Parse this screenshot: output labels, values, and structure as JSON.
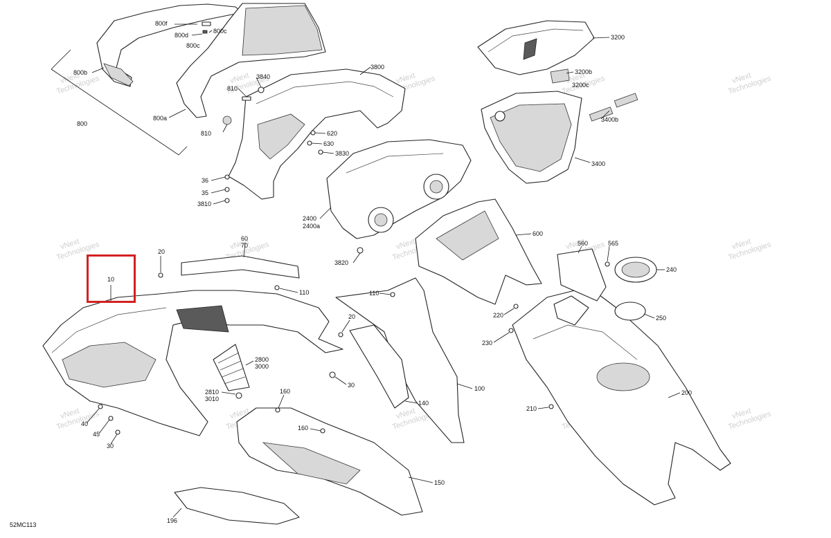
{
  "diagram": {
    "code": "52MC113",
    "highlight": {
      "part": "10",
      "color": "#d42020"
    },
    "watermark": {
      "line1": "vNext",
      "line2": "Technologies"
    },
    "labels": {
      "p800f": "800f",
      "p800d": "800d",
      "p800c_a": "800c",
      "p800c_b": "800c",
      "p800b": "800b",
      "p800": "800",
      "p800a": "800a",
      "p810a": "810",
      "p810b": "810",
      "p3840": "3840",
      "p3800": "3800",
      "p620": "620",
      "p630": "630",
      "p3830": "3830",
      "p36": "36",
      "p35": "35",
      "p3810": "3810",
      "p2400": "2400",
      "p2400a": "2400a",
      "p3820": "3820",
      "p3200": "3200",
      "p3200b": "3200b",
      "p3200c": "3200c",
      "p3400b": "3400b",
      "p3400": "3400",
      "p600": "600",
      "p60": "60",
      "p70": "70",
      "p20a": "20",
      "p10": "10",
      "p110a": "110",
      "p110b": "110",
      "p20b": "20",
      "p2800": "2800",
      "p3000": "3000",
      "p2810": "2810",
      "p3010": "3010",
      "p30a": "30",
      "p160a": "160",
      "p160b": "160",
      "p140": "140",
      "p100": "100",
      "p40": "40",
      "p45": "45",
      "p30b": "30",
      "p150": "150",
      "p196": "196",
      "p560": "560",
      "p565": "565",
      "p240": "240",
      "p250": "250",
      "p220": "220",
      "p230": "230",
      "p210": "210",
      "p200": "200"
    }
  }
}
